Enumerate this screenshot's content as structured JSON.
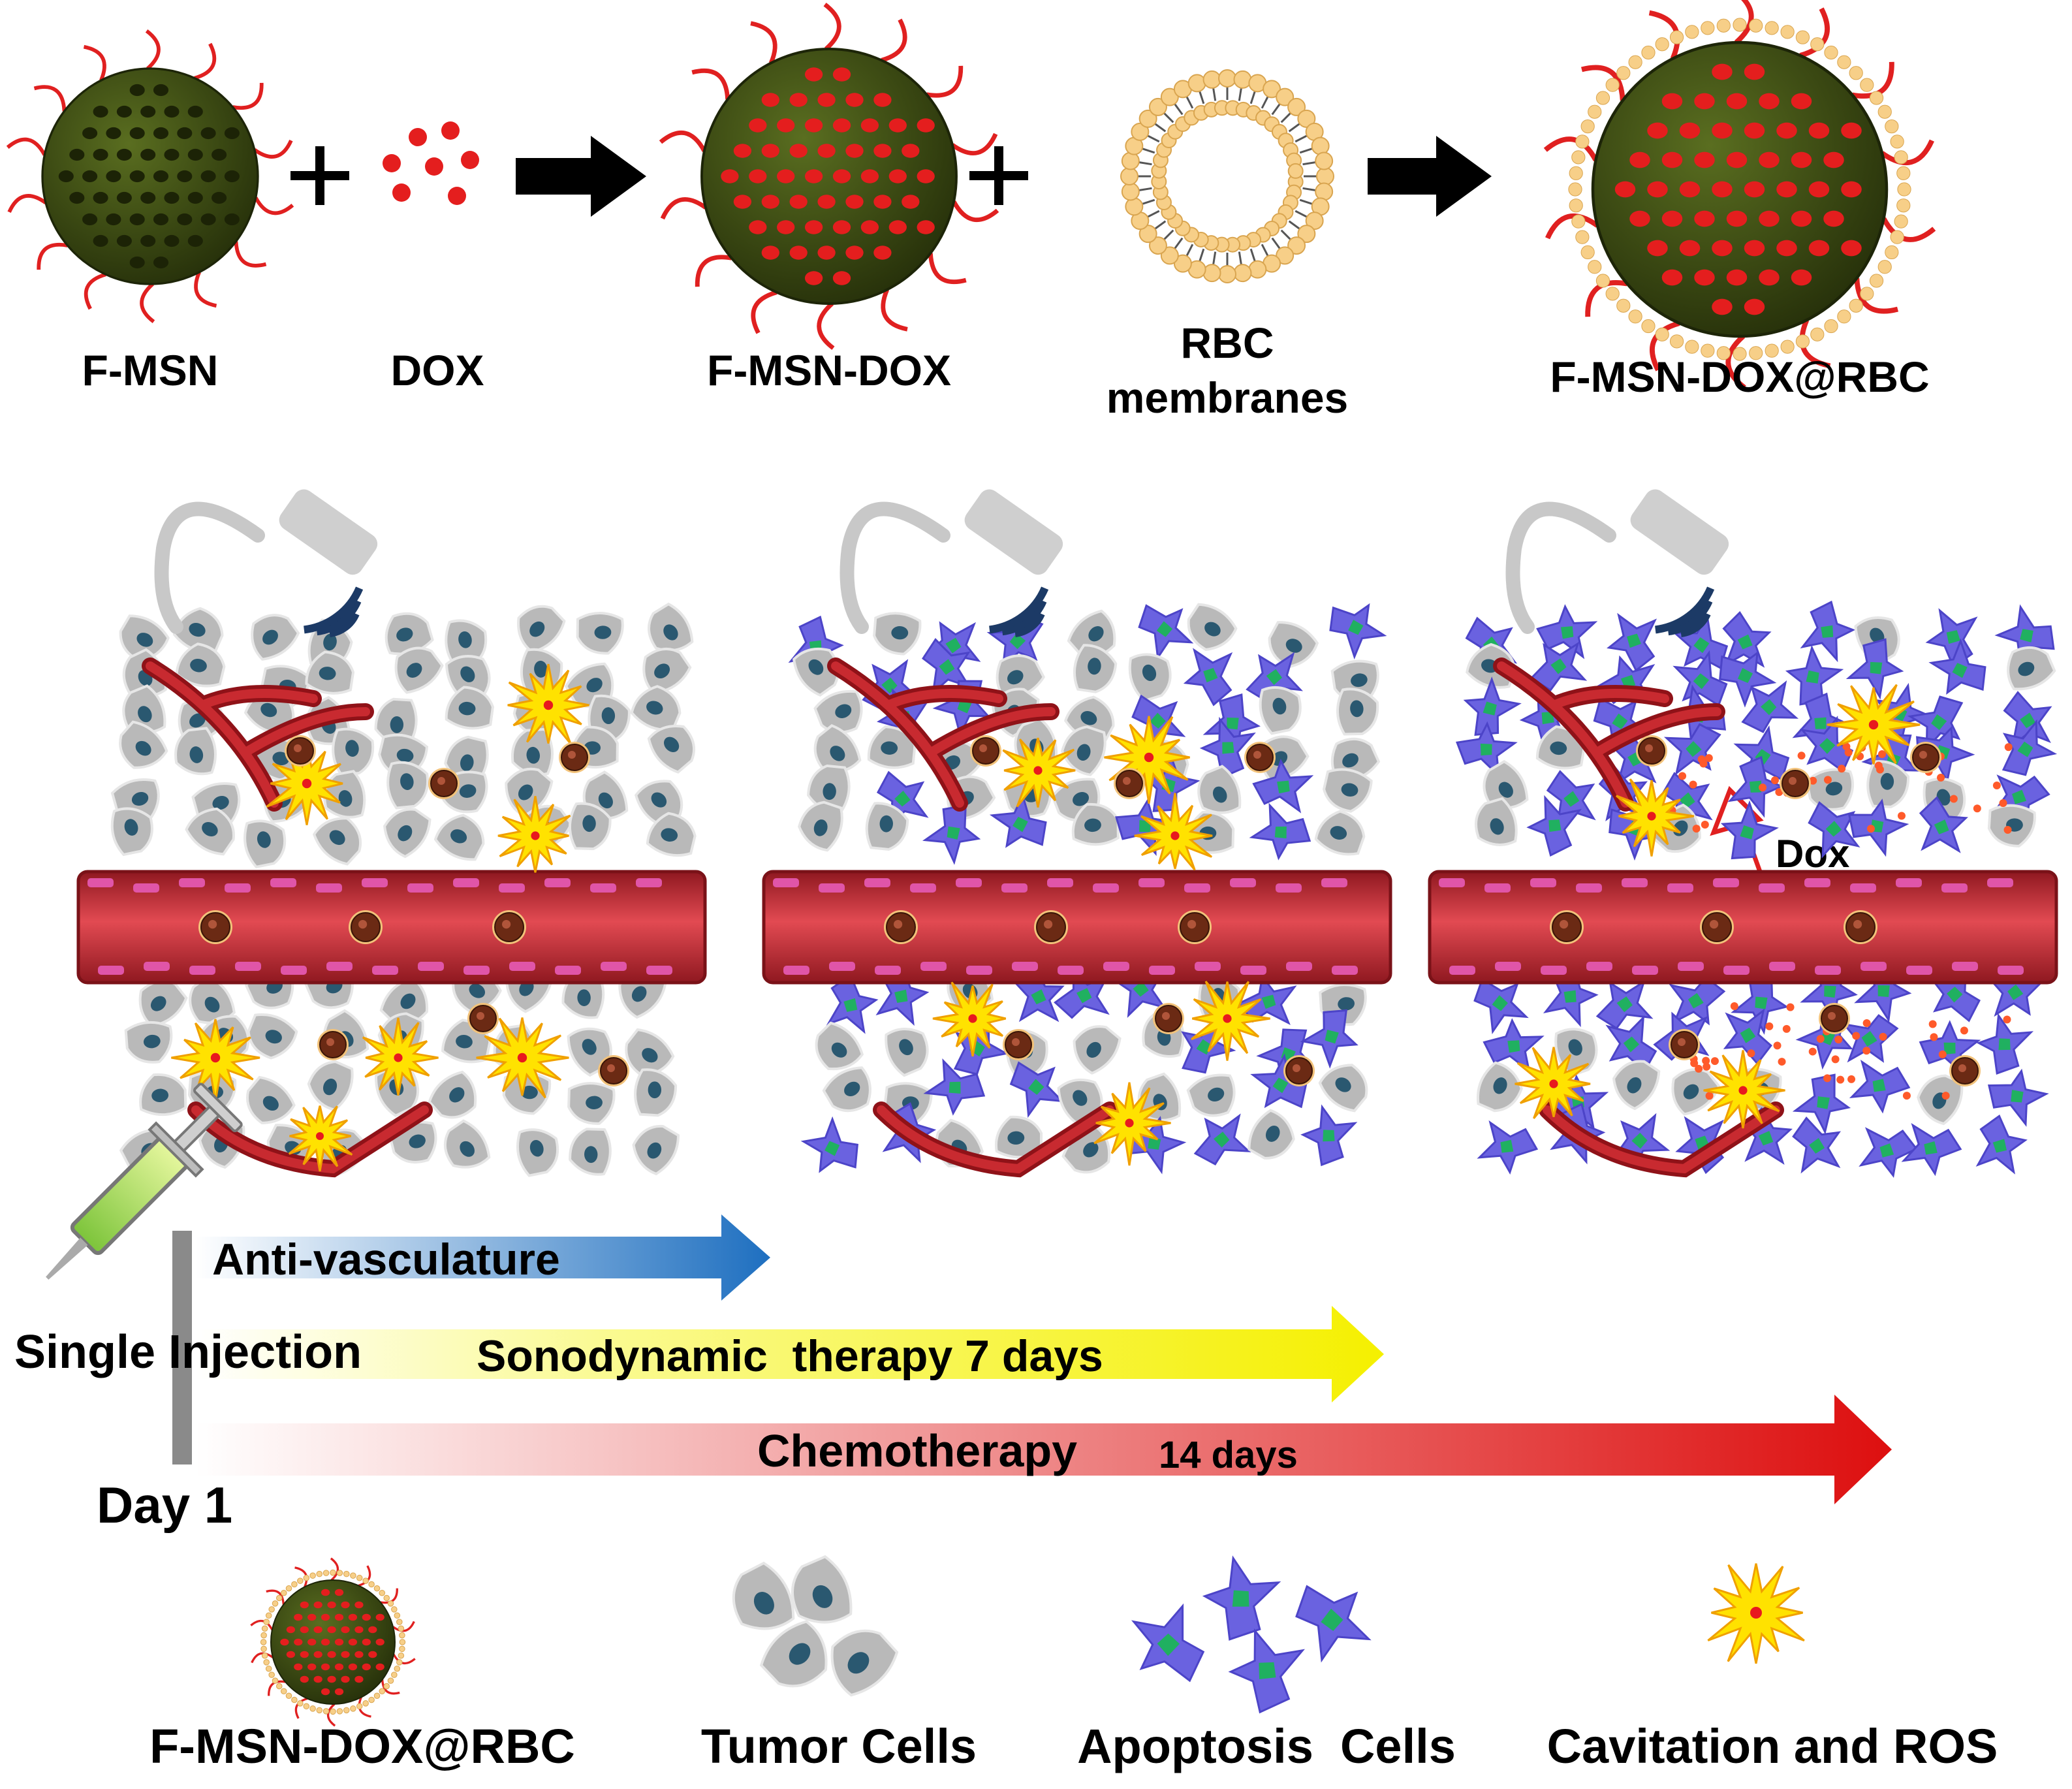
{
  "synthesis": {
    "step1": "F-MSN",
    "step2": "DOX",
    "step3": "F-MSN-DOX",
    "step4_line1": "RBC",
    "step4_line2": "membranes",
    "step5": "F-MSN-DOX@RBC",
    "plus": "+"
  },
  "panels": {
    "dox_label": "Dox"
  },
  "timeline": {
    "injection_label": "Single Injection",
    "day_label": "Day 1",
    "anti_vasculature": "Anti-vasculature",
    "sdt_label": "Sonodynamic  therapy 7 days",
    "chemo_label": "Chemotherapy",
    "chemo_days": "14 days"
  },
  "legend": {
    "item1": "F-MSN-DOX@RBC",
    "item2": "Tumor Cells",
    "item3": "Apoptosis  Cells",
    "item4": "Cavitation and ROS"
  },
  "colors": {
    "particle_core": "#3c4a14",
    "drug": "#e41e1e",
    "vessel": "#c0222c",
    "tumor_cell": "#b9b9b9",
    "nucleus": "#2a5870",
    "apoptosis": "#6a62e0",
    "cavitation": "#ffe200",
    "anti_vasc_arrow": "#1e6fc0",
    "sdt_arrow": "#f5f000",
    "chemo_arrow": "#dd0f0f"
  }
}
